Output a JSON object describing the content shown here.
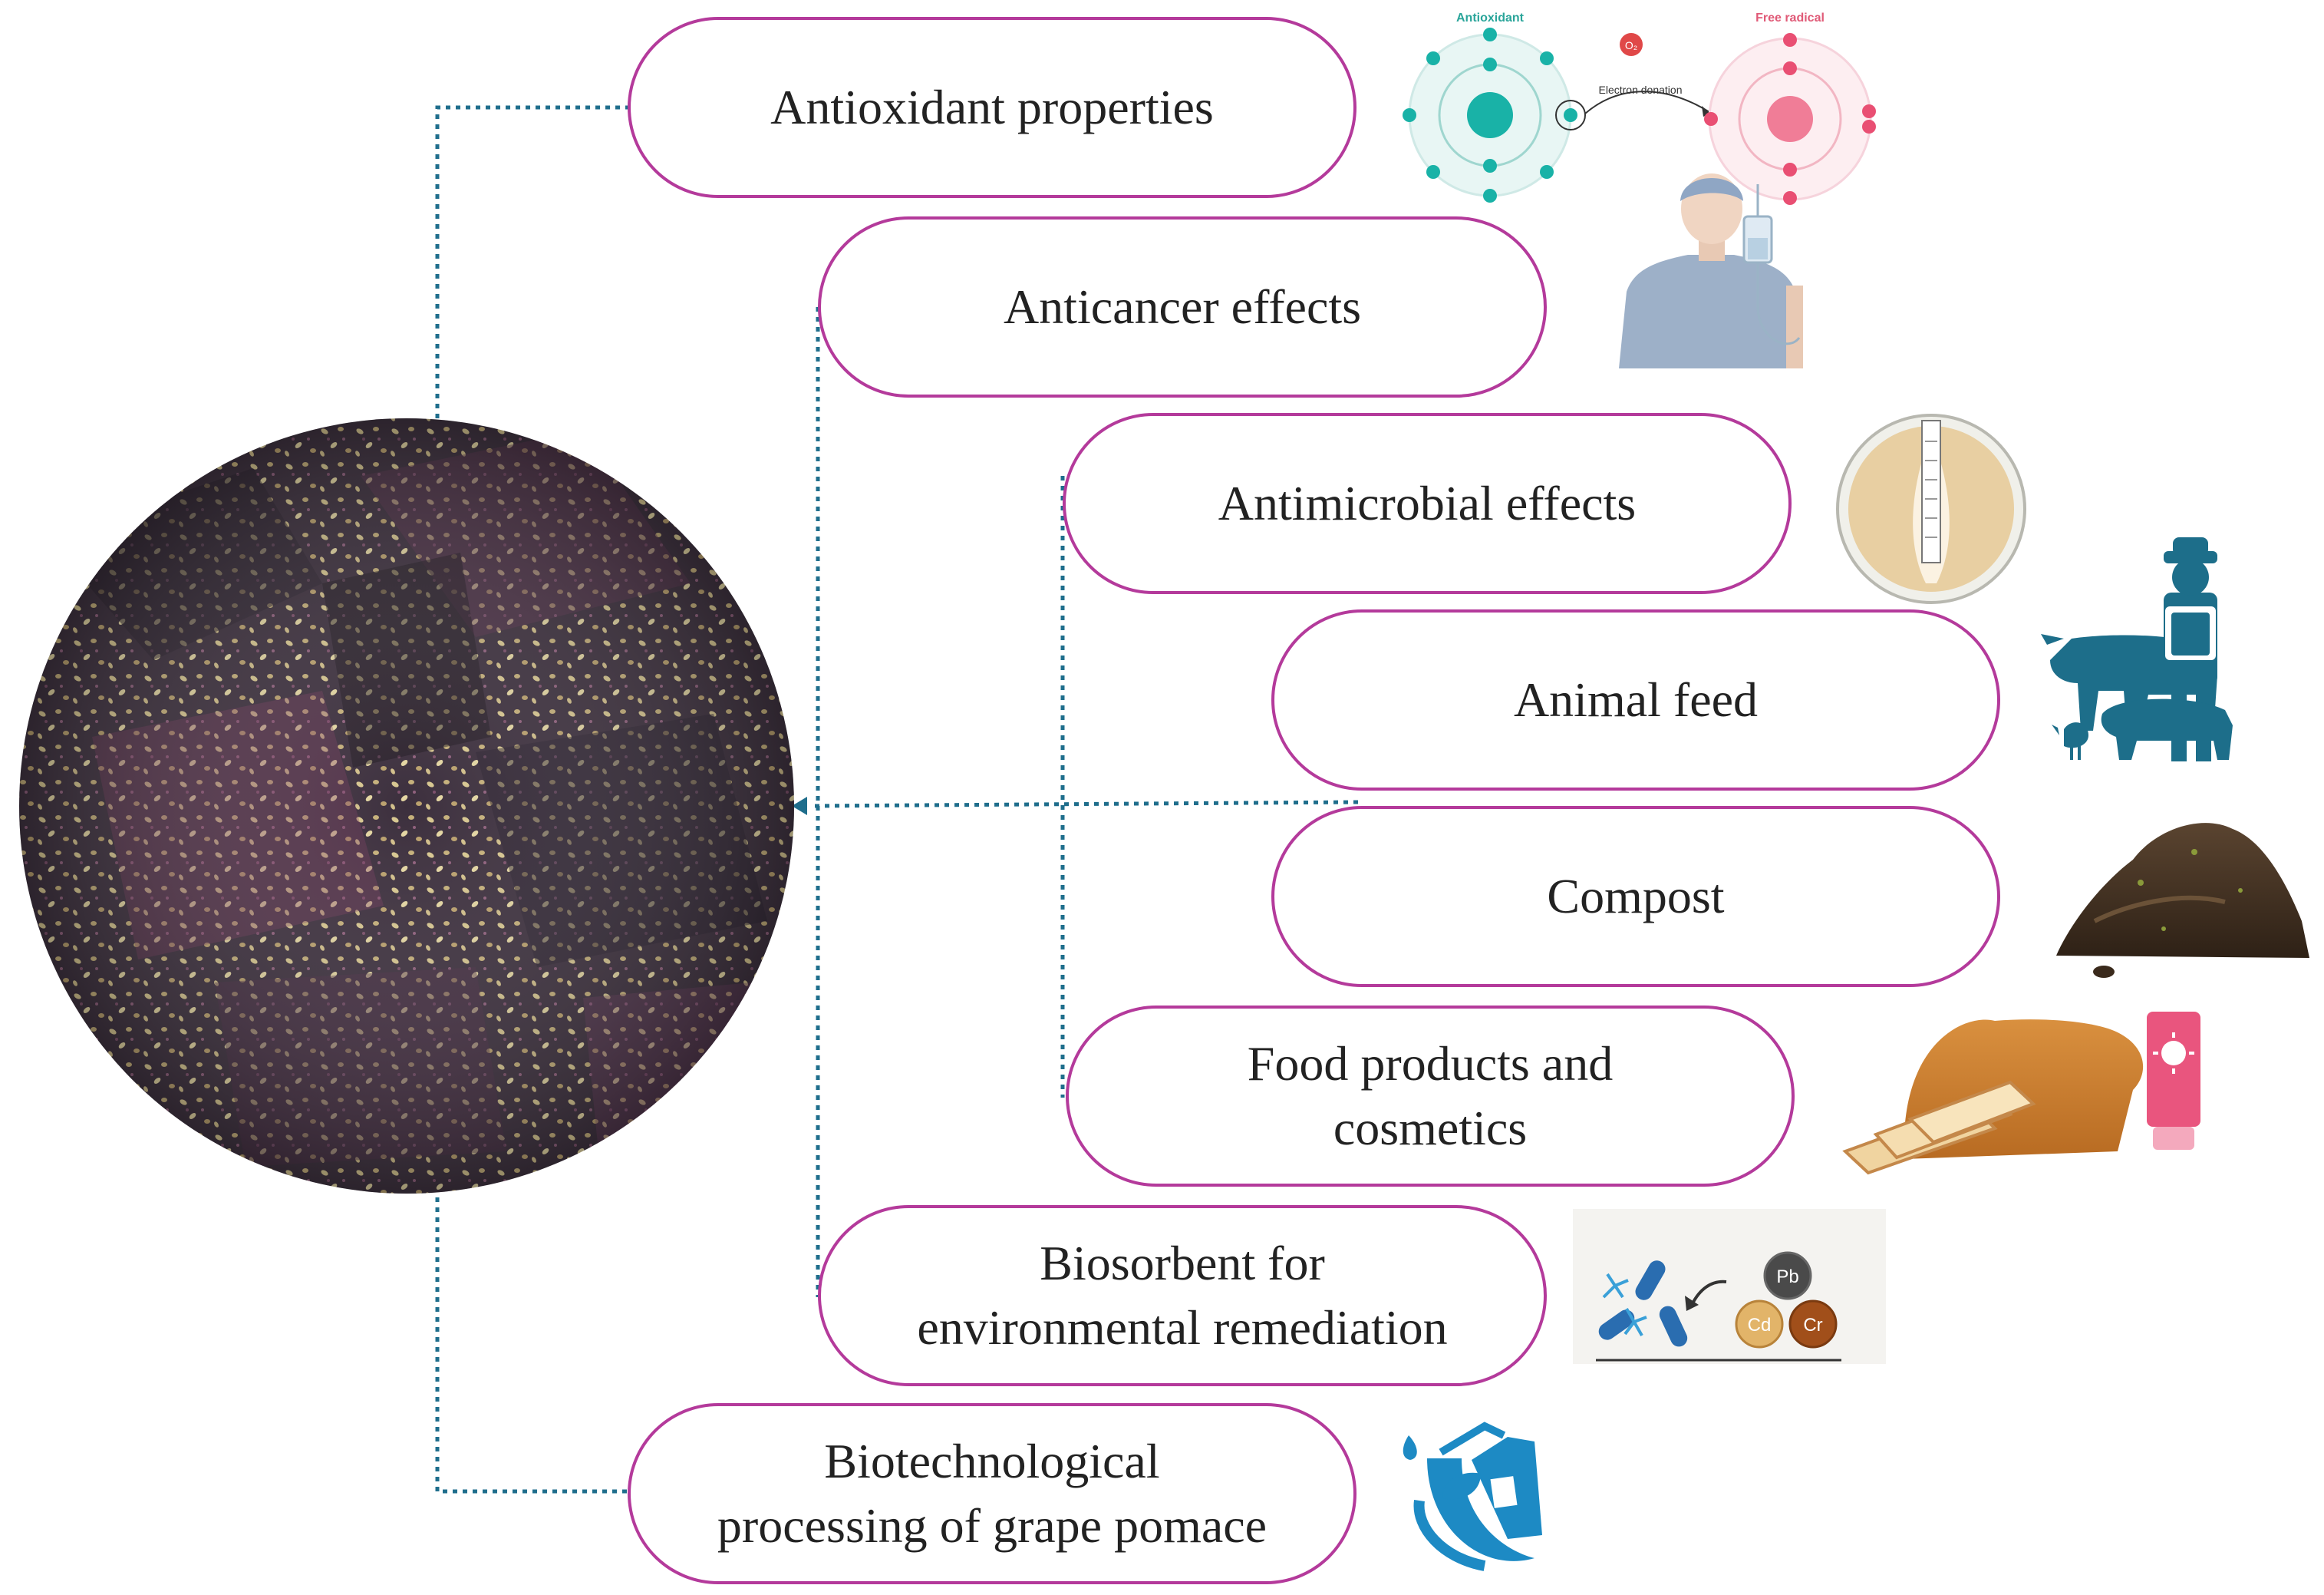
{
  "title": "",
  "center_image": {
    "name": "grape-pomace-photo"
  },
  "applications": [
    {
      "id": "antioxidant",
      "label": "Antioxidant properties",
      "icon": "atom-electron-donation-icon"
    },
    {
      "id": "anticancer",
      "label": "Anticancer effects",
      "icon": "patient-iv-drip-icon"
    },
    {
      "id": "antimicrobial",
      "label": "Antimicrobial effects",
      "icon": "petri-dish-strip-icon"
    },
    {
      "id": "animal-feed",
      "label": "Animal feed",
      "icon": "farm-animals-icon"
    },
    {
      "id": "compost",
      "label": "Compost",
      "icon": "soil-pile-icon"
    },
    {
      "id": "food-cosmetics",
      "label": "Food products and\ncosmetics",
      "icon": "bread-and-cream-icon"
    },
    {
      "id": "biosorbent",
      "label": "Biosorbent for\nenvironmental remediation",
      "icon": "heavy-metal-biosorption-icon"
    },
    {
      "id": "biotech",
      "label": "Biotechnological\nprocessing of grape pomace",
      "icon": "biofuel-pump-icon"
    }
  ],
  "antioxidant_icon": {
    "antioxidant_label": "Antioxidant",
    "free_radical_label": "Free radical",
    "arrow_label": "Electron donation",
    "molecule_label": "O₂"
  },
  "biosorbent_icon": {
    "metals": [
      "Pb",
      "Cd",
      "Cr"
    ]
  },
  "colors": {
    "pill_border": "#b43a9b",
    "connector": "#1f6e8c",
    "text": "#222222"
  }
}
